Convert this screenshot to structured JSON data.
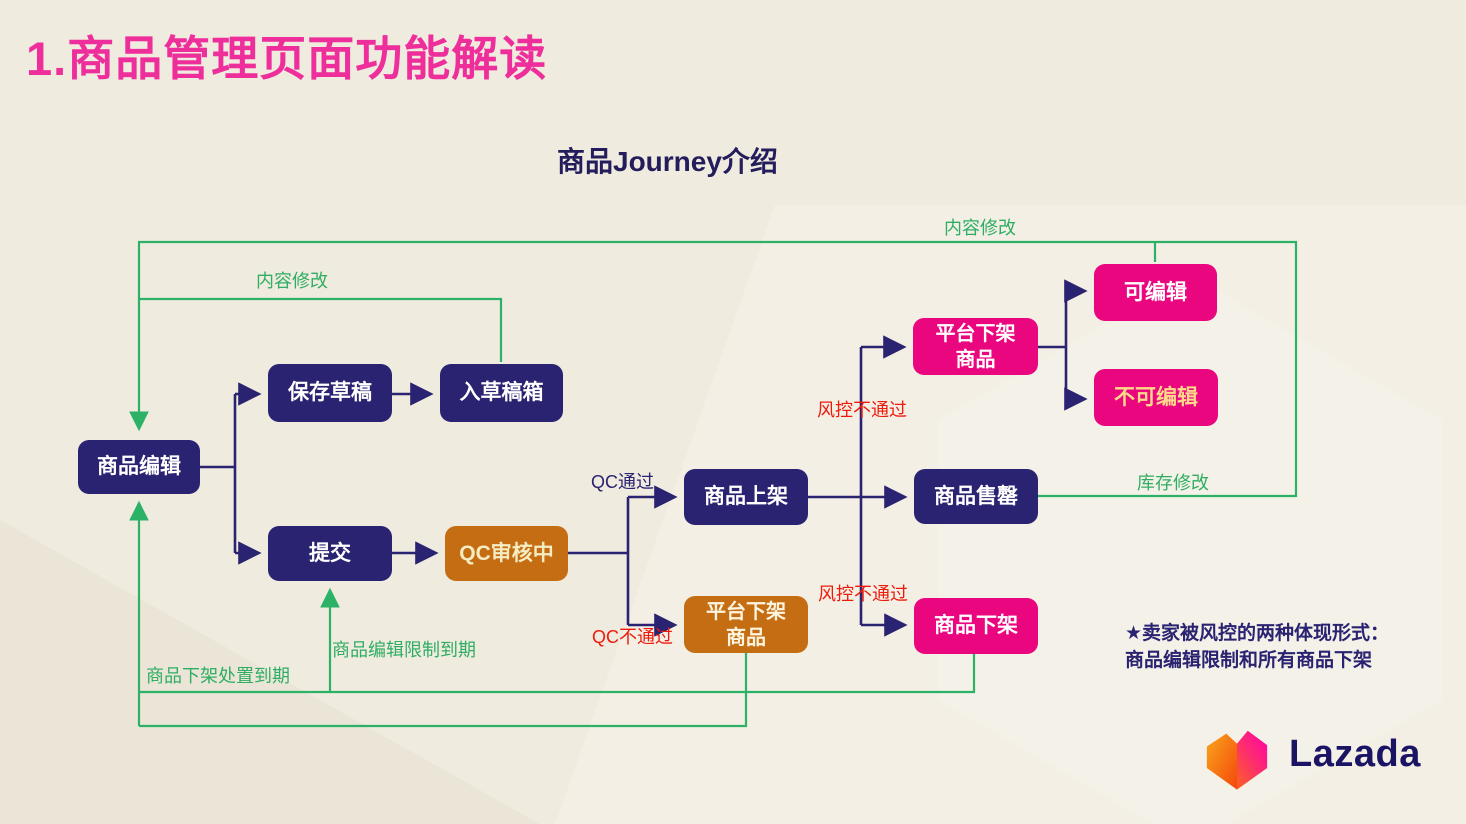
{
  "title": "1.商品管理页面功能解读",
  "diagram": {
    "subtitle": "商品Journey介绍",
    "nodes": {
      "product_edit": "商品编辑",
      "save_draft": "保存草稿",
      "enter_draft_box": "入草稿箱",
      "submit": "提交",
      "qc_reviewing": "QC审核中",
      "product_listed": "商品上架",
      "platform_delist_qc": "平台下架\n商品",
      "platform_delist_risk": "平台下架\n商品",
      "editable": "可编辑",
      "not_editable": "不可编辑",
      "sold_out": "商品售罄",
      "product_delisted": "商品下架"
    },
    "edge_labels": {
      "content_edit_top": "内容修改",
      "content_edit_draft": "内容修改",
      "qc_pass": "QC通过",
      "qc_fail": "QC不通过",
      "risk_fail_upper": "风控不通过",
      "risk_fail_lower": "风控不通过",
      "stock_edit": "库存修改",
      "edit_limit_expired": "商品编辑限制到期",
      "delist_penalty_expired": "商品下架处置到期"
    },
    "note_line1": "★卖家被风控的两种体现形式：",
    "note_line2": "商品编辑限制和所有商品下架"
  },
  "logo": {
    "brand": "Lazada"
  },
  "colors": {
    "background": "#f0ebdf",
    "title_pink": "#ee2f9b",
    "box_navy": "#2a2371",
    "box_orange": "#c56d12",
    "box_magenta": "#e9067e",
    "line_green": "#2bb267",
    "label_red": "#ee1b0c",
    "not_editable_text": "#ffd98a",
    "qc_reviewing_text": "#f6ecc3",
    "logo_navy": "#1b1464"
  }
}
